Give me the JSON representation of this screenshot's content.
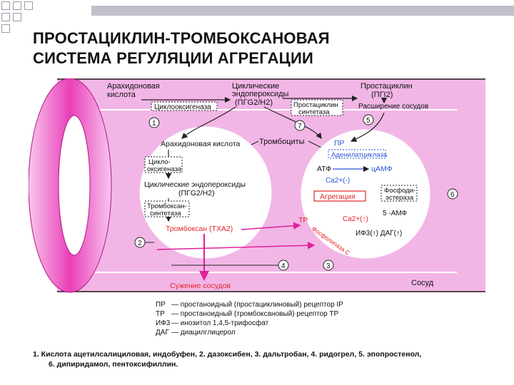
{
  "title_line1": "ПРОСТАЦИКЛИН-ТРОМБОКСАНОВАЯ",
  "title_line2": "СИСТЕМА РЕГУЛЯЦИИ АГРЕГАЦИИ",
  "diagram": {
    "arachidonic_top_1": "Арахидоновая",
    "arachidonic_top_2": "кислота",
    "cyclooxygenase_top": "Циклооксигеназа",
    "endoperoxides_1": "Циклические",
    "endoperoxides_2": "эндопероксиды",
    "endoperoxides_3": "(ПГG2/H2)",
    "pgi_synthetase_1": "Простациклин",
    "pgi_synthetase_2": "синтетаза",
    "prostacyclin_1": "Простациклин",
    "prostacyclin_2": "(ПГI2)",
    "vasodilation": "Расширение сосудов",
    "platelets": "Тромбоциты",
    "l_arachidonic": "Арахидоновая кислота",
    "l_cox_1": "Цикло-",
    "l_cox_2": "оксигеназа",
    "l_endo_1": "Циклические эндопероксиды",
    "l_endo_2": "(ПГG2/H2)",
    "l_txsynth_1": "Тромбоксан-",
    "l_txsynth_2": "синтетаза",
    "thromboxane": "Тромбоксан (ТХА2)",
    "vasoconstriction": "Сужение сосудов",
    "r_pr": "ПР",
    "r_adenylate": "Аденилатциклаза",
    "r_atf": "АТФ",
    "r_camp": "цАМФ",
    "r_ca_minus": "Ca2+(-)",
    "r_aggregation": "Агрегация",
    "r_pde_1": "Фосфоди-",
    "r_pde_2": "эстераза",
    "r_5amf": "5 -АМФ",
    "r_tr": "ТР",
    "r_ca_plus": "Ca2+(↑)",
    "r_ip3": "ИФ3(↑) ДАГ(↑)",
    "r_phospholipase": "Фосфолипаза С",
    "vessel": "Сосуд",
    "num_1": "1",
    "num_2": "2",
    "num_3": "3",
    "num_4": "4",
    "num_5": "5",
    "num_6": "6",
    "num_7": "7",
    "legend": [
      {
        "abbr": "ПР",
        "text": "— простаноидный (простациклиновый) рецептор IP"
      },
      {
        "abbr": "ТР",
        "text": "— простаноидный (тромбоксановый) рецептор TP"
      },
      {
        "abbr": "ИФ3",
        "text": "— инозитол 1,4,5-трифосфат"
      },
      {
        "abbr": "ДАГ",
        "text": "— диацилглицерол"
      }
    ]
  },
  "footnote_line1": "1. Кислота ацетилсалициловая, индобуфен, 2. дазоксибен, 3. дальтробан, 4. ридогрел, 5. эпопростенол,",
  "footnote_line2": "6. дипиридамол, пентоксифиллин.",
  "colors": {
    "pink_bg": "#f2b6e6",
    "magenta": "#e0209a",
    "red": "#e3262a",
    "blue": "#2a55d8"
  }
}
